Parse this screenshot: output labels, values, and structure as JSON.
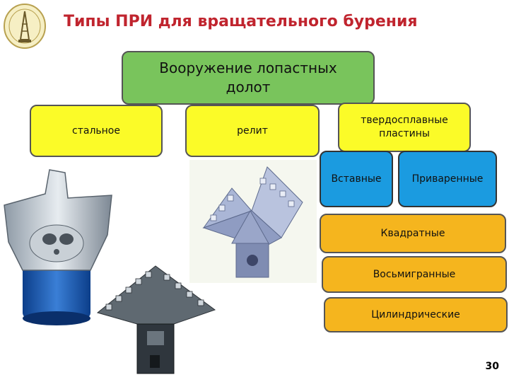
{
  "title": "Типы ПРИ для вращательного бурения",
  "diagram": {
    "root": {
      "label": "Вооружение лопастных долот"
    },
    "types": [
      {
        "label": "стальное"
      },
      {
        "label": "релит"
      },
      {
        "label": "твердосплавные пластины"
      }
    ],
    "plate_mount": [
      {
        "label": "Вставные"
      },
      {
        "label": "Приваренные"
      }
    ],
    "plate_shapes": [
      {
        "label": "Квадратные"
      },
      {
        "label": "Восьмигранные"
      },
      {
        "label": "Цилиндрические"
      }
    ]
  },
  "page_number": "30",
  "colors": {
    "title": "#c0242e",
    "root_fill": "#79c45c",
    "type_fill": "#fbfb28",
    "mount_fill": "#1b9be0",
    "shape_fill": "#f5b51e"
  },
  "images": [
    "university-logo",
    "steel-blade-bit-photo",
    "relite-blade-bit-photo",
    "carbide-blade-bit-photo"
  ]
}
